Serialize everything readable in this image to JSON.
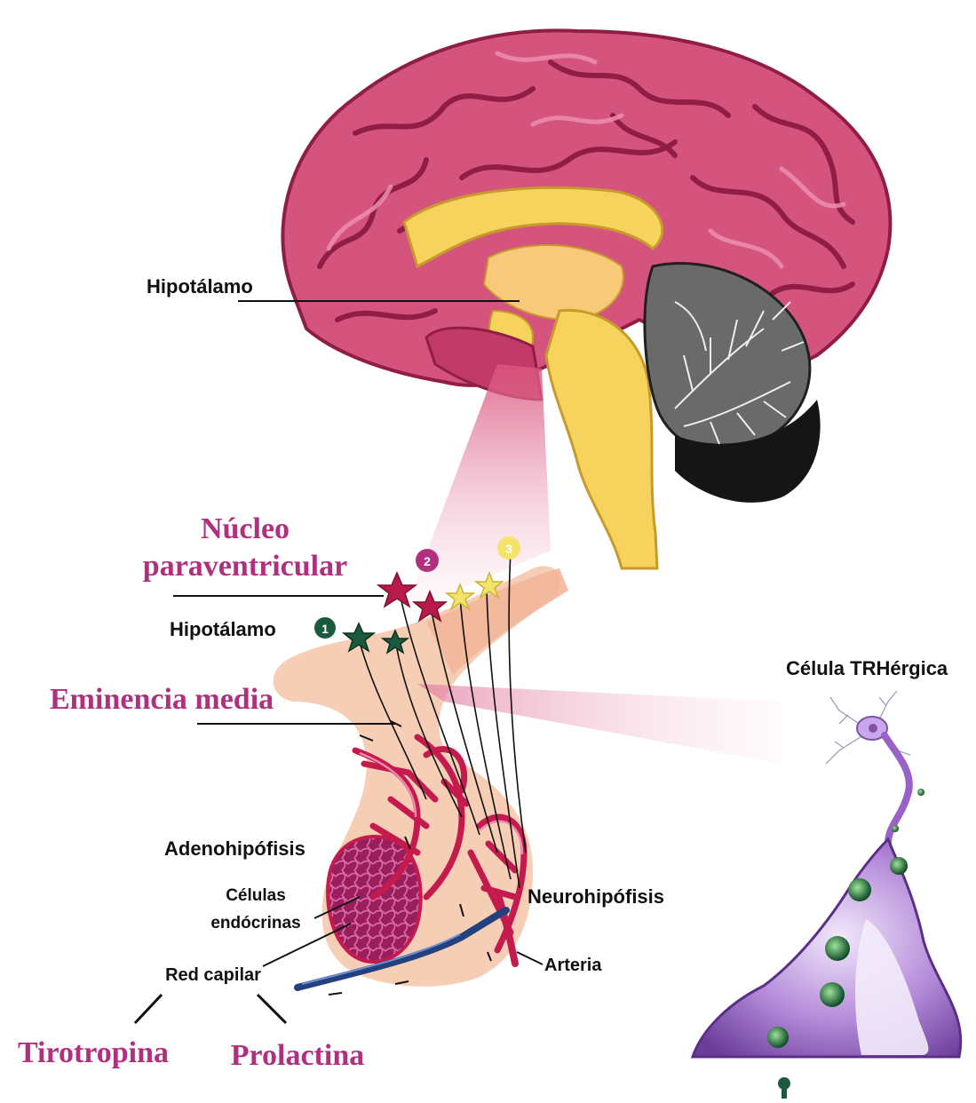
{
  "labels": {
    "hipotalamo_top": "Hipotálamo",
    "nucleo_line1": "Núcleo",
    "nucleo_line2": "paraventricular",
    "hipotalamo_mid": "Hipotálamo",
    "eminencia": "Eminencia media",
    "celula": "Célula TRHérgica",
    "adenohipofisis": "Adenohipófisis",
    "celulas_line1": "Células",
    "celulas_line2": "endócrinas",
    "neurohipofisis": "Neurohipófisis",
    "arteria": "Arteria",
    "red_capilar": "Red capilar",
    "tirotropina": "Tirotropina",
    "prolactina": "Prolactina"
  },
  "markers": {
    "m1": "1",
    "m2": "2",
    "m3": "3"
  },
  "colors": {
    "cortex": "#d5547e",
    "cortex_light": "#ec8fae",
    "cortex_dark": "#8f1d46",
    "brainstem": "#f5d35c",
    "brainstem_light": "#fbe98f",
    "cerebellum": "#6a6a6a",
    "magenta_text": "#b0307f",
    "purple_cell": "#9a62c9",
    "green_star": "#1c5a3f",
    "crimson_star": "#b81b4a",
    "yellow_star": "#f3e36a",
    "vessel_red": "#c41a4d",
    "vein_blue": "#23407f",
    "skin": "#f5c6a8"
  },
  "icons": [
    "star-green-icon",
    "star-crimson-icon",
    "star-yellow-icon"
  ]
}
